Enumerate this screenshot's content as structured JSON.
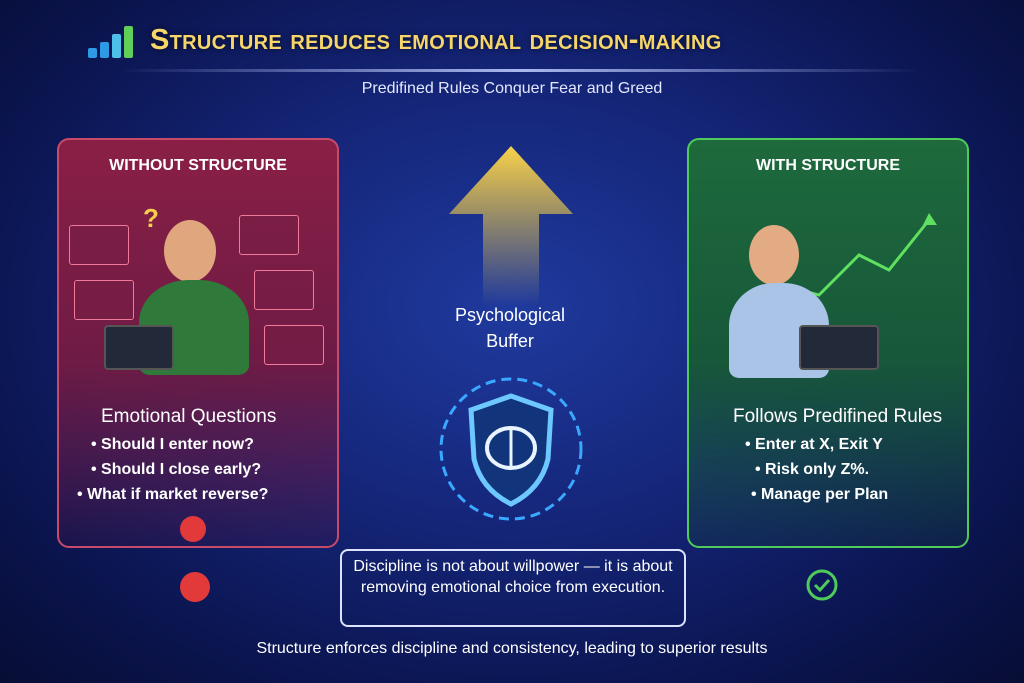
{
  "header": {
    "title": "Structure reduces emotional decision-making",
    "subtitle": "Predifined Rules Conquer Fear and Greed"
  },
  "left_panel": {
    "title": "WITHOUT STRUCTURE",
    "question_mark": "?",
    "heading": "Emotional Questions",
    "items": [
      "• Should I enter now?",
      "• Should I close early?",
      "• What if market reverse?"
    ]
  },
  "center": {
    "label_line1": "Psychological",
    "label_line2": "Buffer"
  },
  "right_panel": {
    "title": "WITH STRUCTURE",
    "heading": "Follows Predifined Rules",
    "items": [
      "• Enter at X, Exit Y",
      "• Risk only Z%.",
      "• Manage per Plan"
    ]
  },
  "quote": "Discipline is not about willpower — it is about removing emotional choice from execution.",
  "footer": "Structure enforces discipline and consistency, leading to superior results",
  "colors": {
    "title": "#f6d66a",
    "negative": "#e23a3a",
    "positive": "#4ecb5a",
    "shield": "#3aa8ff"
  }
}
